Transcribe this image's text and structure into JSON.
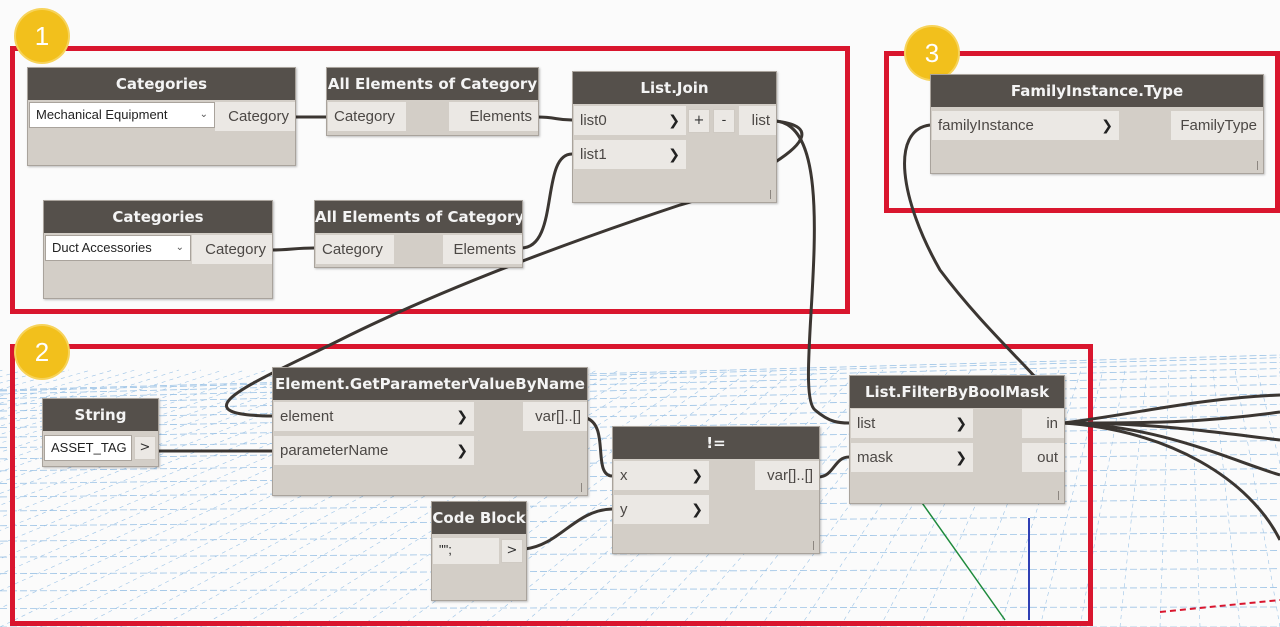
{
  "badges": [
    "1",
    "2",
    "3"
  ],
  "nodes": {
    "categories1": {
      "title": "Categories",
      "dropdown": "Mechanical Equipment",
      "output": "Category"
    },
    "allElements1": {
      "title": "All Elements of Category",
      "input": "Category",
      "output": "Elements"
    },
    "listJoin": {
      "title": "List.Join",
      "inputs": [
        "list0",
        "list1"
      ],
      "add": "+",
      "remove": "-",
      "output": "list"
    },
    "categories2": {
      "title": "Categories",
      "dropdown": "Duct Accessories",
      "output": "Category"
    },
    "allElements2": {
      "title": "All Elements of Category",
      "input": "Category",
      "output": "Elements"
    },
    "familyInstanceType": {
      "title": "FamilyInstance.Type",
      "input": "familyInstance",
      "output": "FamilyType"
    },
    "string": {
      "title": "String",
      "value": "ASSET_TAG",
      "output": ">"
    },
    "getParam": {
      "title": "Element.GetParameterValueByName",
      "inputs": [
        "element",
        "parameterName"
      ],
      "output": "var[]..[]"
    },
    "notEqual": {
      "title": "!=",
      "inputs": [
        "x",
        "y"
      ],
      "output": "var[]..[]"
    },
    "codeBlock": {
      "title": "Code Block",
      "code": "\"\";",
      "output": ">"
    },
    "filterByBoolMask": {
      "title": "List.FilterByBoolMask",
      "inputs": [
        "list",
        "mask"
      ],
      "outputs": [
        "in",
        "out"
      ]
    }
  },
  "colors": {
    "group_border": "#d9162e",
    "badge": "#f2c01c",
    "node_header": "#55504b",
    "node_body": "#d3cec7",
    "port": "#ebe8e4",
    "wire": "#3b3632",
    "grid": "#9cc3e6"
  },
  "icons": {
    "input_port": "chevron-right-icon",
    "dropdown": "chevron-down-icon"
  }
}
